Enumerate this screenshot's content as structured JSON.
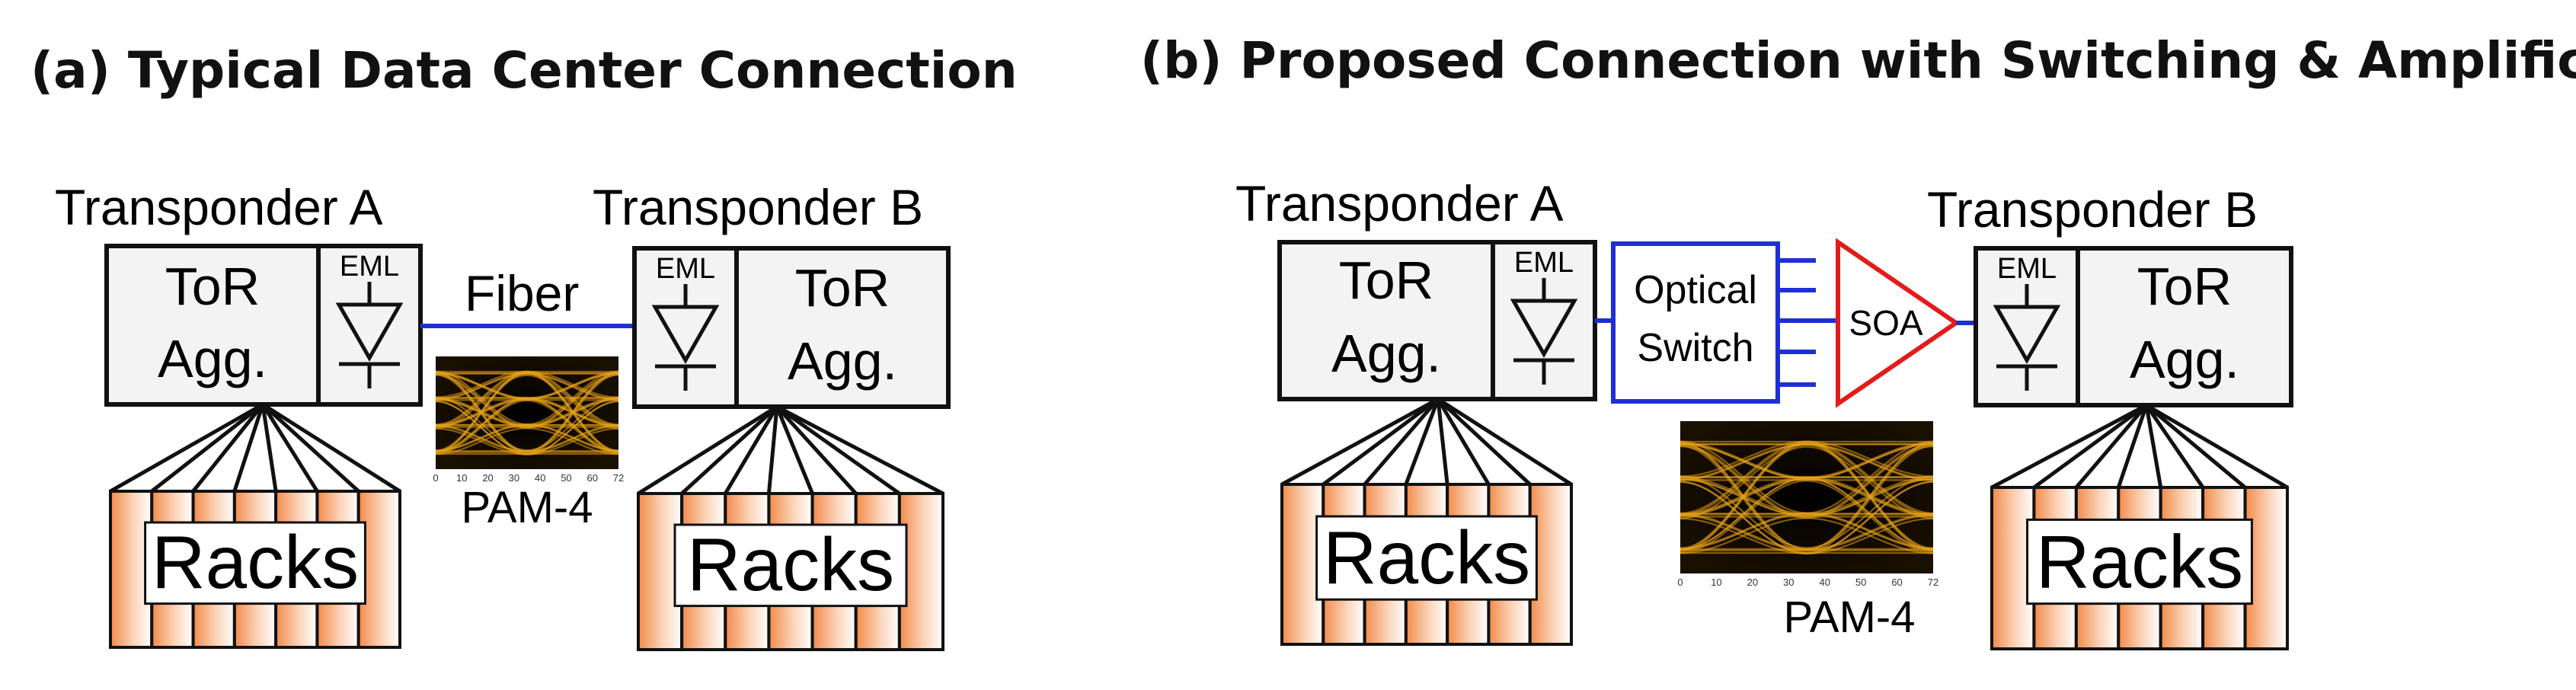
{
  "panel_a": {
    "title": "(a) Typical Data Center Connection",
    "transponder_a": "Transponder A",
    "transponder_b": "Transponder B",
    "tor_line1": "ToR",
    "tor_line2": "Agg.",
    "eml": "EML",
    "fiber": "Fiber",
    "racks": "Racks",
    "eye_label": "PAM-4",
    "eye_ticks": [
      "0",
      "10",
      "20",
      "30",
      "40",
      "50",
      "60",
      "72"
    ]
  },
  "panel_b": {
    "title": "(b) Proposed Connection with Switching & Amplification",
    "transponder_a": "Transponder A",
    "transponder_b": "Transponder B",
    "tor_line1": "ToR",
    "tor_line2": "Agg.",
    "eml": "EML",
    "switch_line1": "Optical",
    "switch_line2": "Switch",
    "soa": "SOA",
    "racks": "Racks",
    "eye_label": "PAM-4",
    "eye_ticks": [
      "0",
      "10",
      "20",
      "30",
      "40",
      "50",
      "60",
      "72"
    ]
  },
  "colors": {
    "fiber_link": "#1f2fd6",
    "soa": "#e31b1b",
    "box_fill": "#f3f3f3",
    "rack_orange": "#f28a4a",
    "eye_trace": "#e8a317"
  }
}
